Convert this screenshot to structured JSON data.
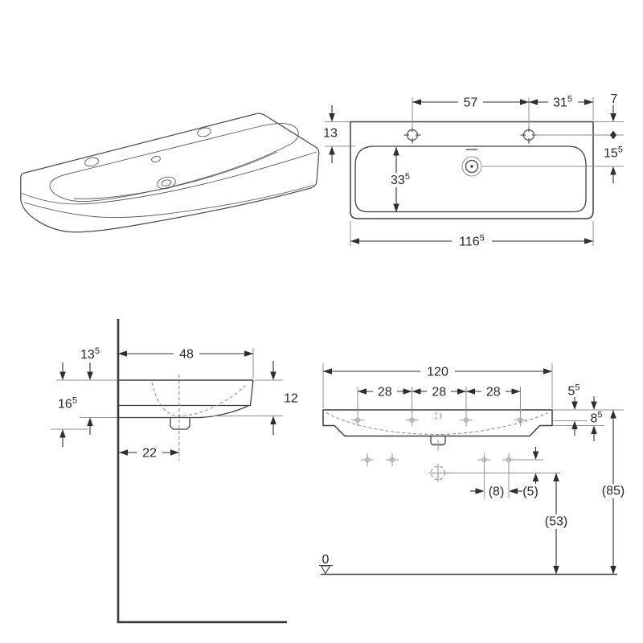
{
  "drawing": {
    "type": "washbasin technical dimension drawing",
    "unit_style": "centimeters with superscript half-values",
    "colors": {
      "line_dark": "#3f3f3f",
      "dimension": "#2e2e2e",
      "extension_gray": "#8f8f8f",
      "marker_gray": "#9f9f9f",
      "background": "#ffffff"
    }
  },
  "views": {
    "plan": {
      "dims": {
        "d57": {
          "v": "57",
          "s": ""
        },
        "d315": {
          "v": "31",
          "s": "5"
        },
        "d7": {
          "v": "7",
          "s": ""
        },
        "d13": {
          "v": "13",
          "s": ""
        },
        "d335": {
          "v": "33",
          "s": "5"
        },
        "d155": {
          "v": "15",
          "s": "5"
        },
        "d1165": {
          "v": "116",
          "s": "5"
        }
      }
    },
    "side": {
      "dims": {
        "d48": {
          "v": "48",
          "s": ""
        },
        "d135": {
          "v": "13",
          "s": "5"
        },
        "d165": {
          "v": "16",
          "s": "5"
        },
        "d12": {
          "v": "12",
          "s": ""
        },
        "d22": {
          "v": "22",
          "s": ""
        }
      }
    },
    "front": {
      "dims": {
        "d120": {
          "v": "120",
          "s": ""
        },
        "d28a": {
          "v": "28",
          "s": ""
        },
        "d28b": {
          "v": "28",
          "s": ""
        },
        "d28c": {
          "v": "28",
          "s": ""
        },
        "d55": {
          "v": "5",
          "s": "5"
        },
        "d85r": {
          "v": "8",
          "s": "5"
        },
        "d8p": {
          "v": "(8)",
          "s": ""
        },
        "d5p": {
          "v": "(5)",
          "s": ""
        },
        "d53p": {
          "v": "(53)",
          "s": ""
        },
        "d85p": {
          "v": "(85)",
          "s": ""
        },
        "datum": {
          "v": "0",
          "s": ""
        }
      }
    }
  }
}
